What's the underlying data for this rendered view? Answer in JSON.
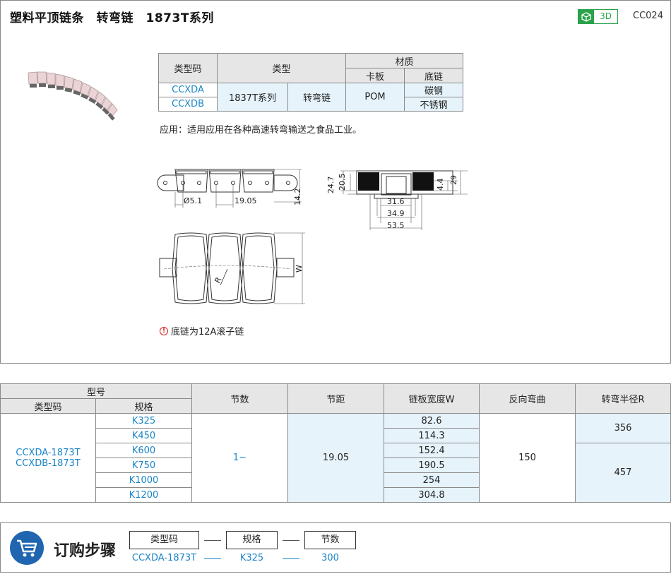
{
  "header": {
    "title": "塑料平顶链条　转弯链　1873T系列",
    "btn_3d": "3D",
    "code": "CC024"
  },
  "spec_table": {
    "col_code": "类型码",
    "col_type": "类型",
    "col_material": "材质",
    "col_plate": "卡板",
    "col_chain": "底链",
    "codes": [
      "CCXDA",
      "CCXDB"
    ],
    "series": "1837T系列",
    "kind": "转弯链",
    "plate_material": "POM",
    "chain_materials": [
      "碳钢",
      "不锈钢"
    ]
  },
  "application": "应用：适用应用在各种高速转弯输送之食品工业。",
  "drawing": {
    "dim_hole": "Ø5.1",
    "dim_pitch": "19.05",
    "dim_height": "14.2",
    "dim_h1": "24.7",
    "dim_h2": "20.5",
    "dim_44": "4.4",
    "dim_29": "29",
    "dim_316": "31.6",
    "dim_349": "34.9",
    "dim_535": "53.5",
    "label_w": "W",
    "label_r": "R"
  },
  "note": "底链为12A滚子链",
  "main_table": {
    "h_model": "型号",
    "h_code": "类型码",
    "h_spec": "规格",
    "h_sections": "节数",
    "h_pitch": "节距",
    "h_width": "链板宽度W",
    "h_back": "反向弯曲",
    "h_radius": "转弯半径R",
    "codes": [
      "CCXDA-1873T",
      "CCXDB-1873T"
    ],
    "specs": [
      "K325",
      "K450",
      "K600",
      "K750",
      "K1000",
      "K1200"
    ],
    "sections": "1~",
    "pitch": "19.05",
    "widths": [
      "82.6",
      "114.3",
      "152.4",
      "190.5",
      "254",
      "304.8"
    ],
    "back_bend": "150",
    "radius": [
      "356",
      "457"
    ]
  },
  "order": {
    "title": "订购步骤",
    "labels": [
      "类型码",
      "规格",
      "节数"
    ],
    "values": [
      "CCXDA-1873T",
      "K325",
      "300"
    ]
  }
}
